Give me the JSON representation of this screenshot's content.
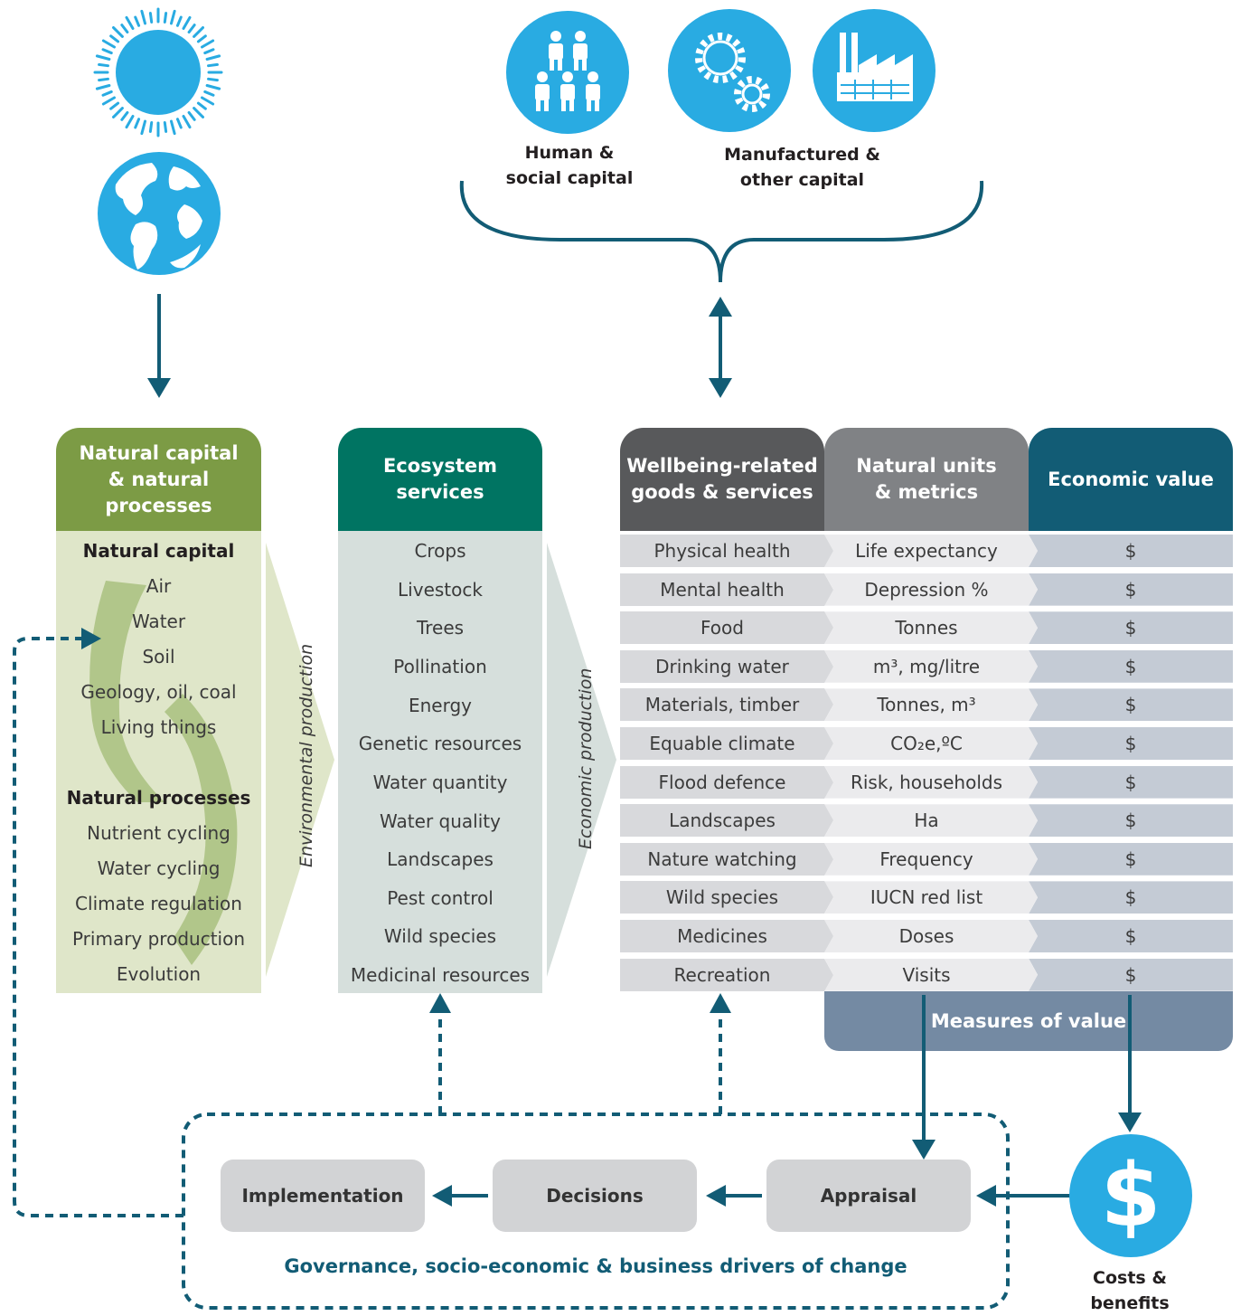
{
  "top_capitals": {
    "human_social": [
      "Human &",
      "social capital"
    ],
    "manufactured_other": [
      "Manufactured &",
      "other capital"
    ]
  },
  "natural_capital_column": {
    "header": [
      "Natural capital",
      "& natural processes"
    ],
    "capital_heading": "Natural capital",
    "capital_items": [
      "Air",
      "Water",
      "Soil",
      "Geology, oil, coal",
      "Living things"
    ],
    "processes_heading": "Natural processes",
    "process_items": [
      "Nutrient cycling",
      "Water cycling",
      "Climate regulation",
      "Primary production",
      "Evolution"
    ]
  },
  "environmental_production_label": "Environmental production",
  "ecosystem_services_column": {
    "header": [
      "Ecosystem",
      "services"
    ],
    "items": [
      "Crops",
      "Livestock",
      "Trees",
      "Pollination",
      "Energy",
      "Genetic resources",
      "Water quantity",
      "Water quality",
      "Landscapes",
      "Pest control",
      "Wild species",
      "Medicinal resources"
    ]
  },
  "economic_production_label": "Economic production",
  "value_table": {
    "headers": {
      "wellbeing": [
        "Wellbeing-related",
        "goods & services"
      ],
      "natural_units": [
        "Natural units",
        "& metrics"
      ],
      "economic_value": "Economic value"
    },
    "rows": [
      {
        "good": "Physical health",
        "metric": "Life expectancy",
        "value": "$"
      },
      {
        "good": "Mental health",
        "metric": "Depression %",
        "value": "$"
      },
      {
        "good": "Food",
        "metric": "Tonnes",
        "value": "$"
      },
      {
        "good": "Drinking water",
        "metric": "m³, mg/litre",
        "value": "$"
      },
      {
        "good": "Materials, timber",
        "metric": "Tonnes, m³",
        "value": "$"
      },
      {
        "good": "Equable climate",
        "metric": "CO₂e,ºC",
        "value": "$"
      },
      {
        "good": "Flood defence",
        "metric": "Risk, households",
        "value": "$"
      },
      {
        "good": "Landscapes",
        "metric": "Ha",
        "value": "$"
      },
      {
        "good": "Nature watching",
        "metric": "Frequency",
        "value": "$"
      },
      {
        "good": "Wild species",
        "metric": "IUCN red list",
        "value": "$"
      },
      {
        "good": "Medicines",
        "metric": "Doses",
        "value": "$"
      },
      {
        "good": "Recreation",
        "metric": "Visits",
        "value": "$"
      }
    ],
    "measures_label": "Measures of value"
  },
  "process_boxes": {
    "implementation": "Implementation",
    "decisions": "Decisions",
    "appraisal": "Appraisal"
  },
  "drivers_label": "Governance, socio-economic & business drivers of change",
  "costs_benefits": [
    "Costs &",
    "benefits"
  ],
  "dollar_symbol": "$",
  "colors": {
    "light_blue": "#29abe2",
    "dark_teal": "#125c75",
    "green_header": "#7c9b45",
    "dark_green": "#007462",
    "dark_gray": "#58595b",
    "mid_gray": "#808285",
    "slate": "#748aa3"
  }
}
